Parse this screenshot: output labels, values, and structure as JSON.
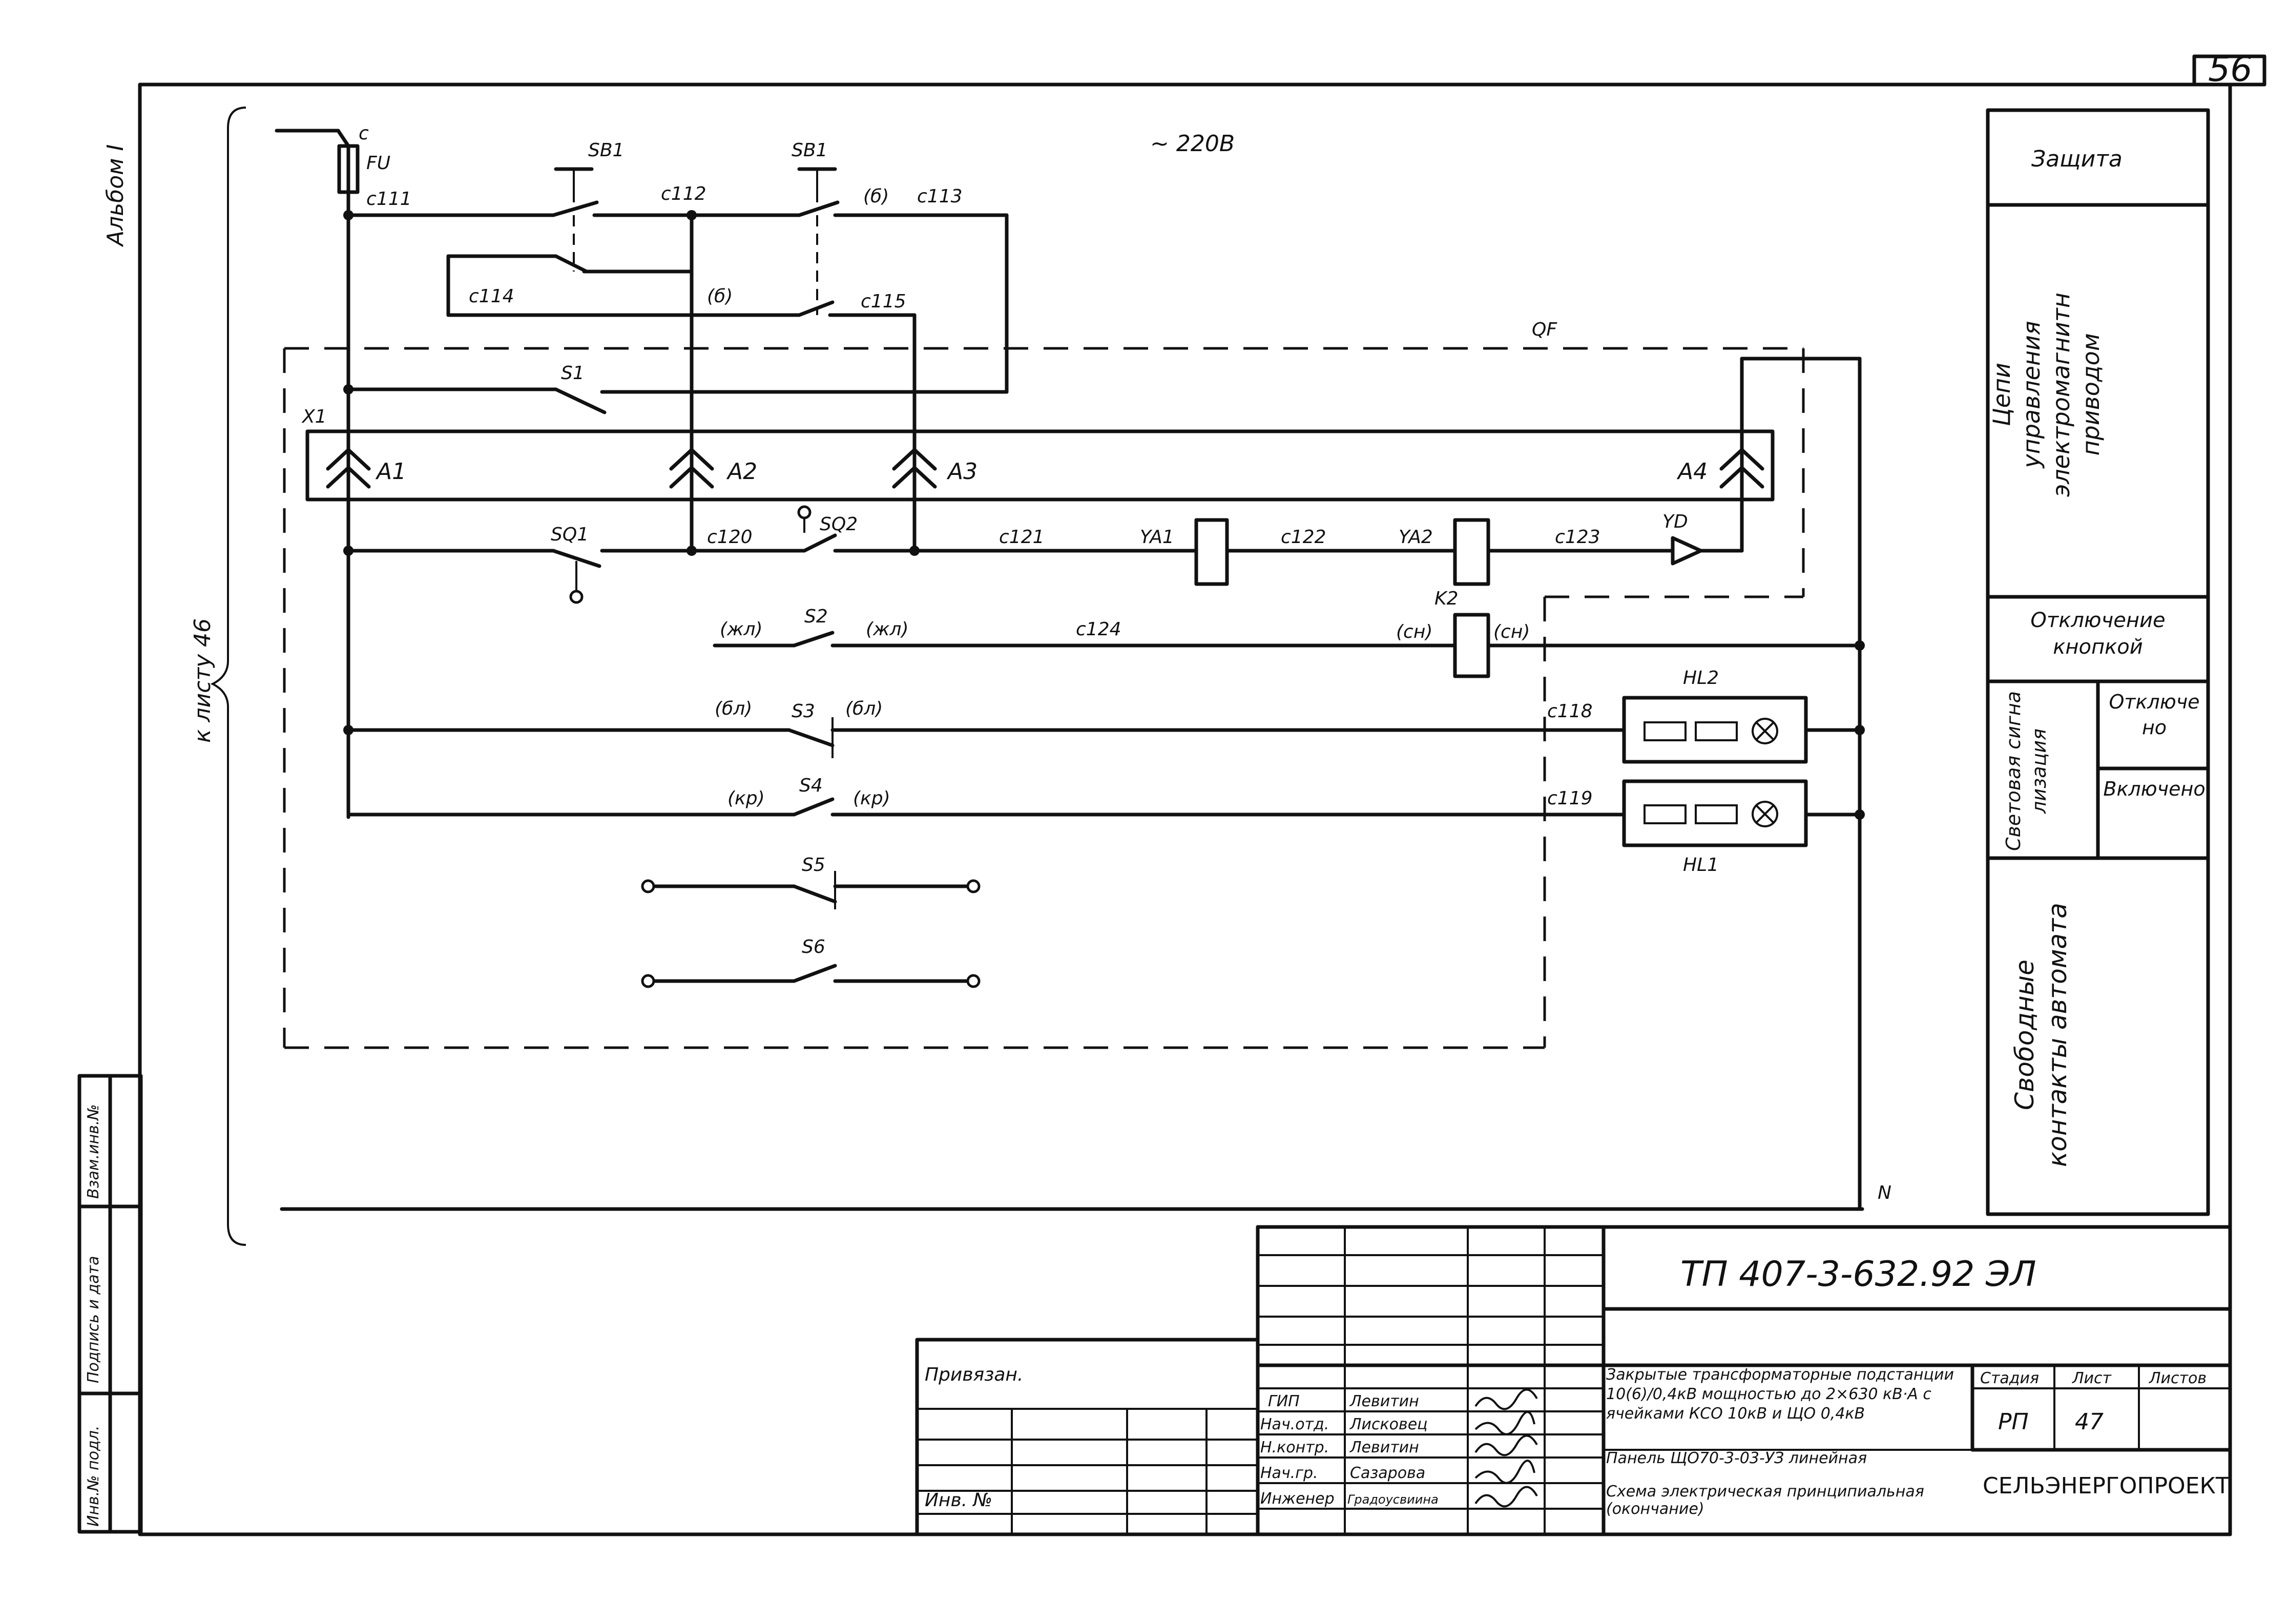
{
  "sheet": {
    "page_number": "56",
    "album_label": "Альбом I",
    "side_note": "к листу 46",
    "voltage": "~ 220В"
  },
  "supply": {
    "top_label": "с",
    "fuse": "FU",
    "bottom_label": "N"
  },
  "wires": {
    "c111": "с111",
    "c112": "с112",
    "c113": "с113",
    "c114": "с114",
    "c115": "с115",
    "b1": "(б)",
    "b2": "(б)",
    "c120": "с120",
    "c121": "с121",
    "c122": "с122",
    "c123": "с123",
    "c124": "с124",
    "c118": "с118",
    "c119": "с119",
    "zhl1": "(жл)",
    "zhl2": "(жл)",
    "sn1": "(сн)",
    "sn2": "(сн)",
    "bl1": "(бл)",
    "bl2": "(бл)",
    "kr1": "(кр)",
    "kr2": "(кр)"
  },
  "devices": {
    "sb1_a": "SB1",
    "sb1_b": "SB1",
    "s1": "S1",
    "qf": "QF",
    "x1": "X1",
    "a1": "A1",
    "a2": "A2",
    "a3": "A3",
    "a4": "A4",
    "sq1": "SQ1",
    "sq2": "SQ2",
    "ya1": "YA1",
    "ya2": "YA2",
    "yd": "YD",
    "s2": "S2",
    "k2": "K2",
    "s3": "S3",
    "s4": "S4",
    "s5": "S5",
    "s6": "S6",
    "hl1": "HL1",
    "hl2": "HL2"
  },
  "legend": {
    "protection": "Защита",
    "control": "Цепи управления электромагнитным приводом",
    "trip": "Отключение кнопкой",
    "signal": "Световая сигнализация",
    "off": "Отключено",
    "on": "Включено",
    "spare": "Свободные контакты автомата"
  },
  "stamp": {
    "doc_code": "ТП 407-3-632.92  ЭЛ",
    "project": "Закрытые трансформаторные подстанции 10(6)/0,4кВ мощностью до 2×630 кВ·А с ячейками КСО 10кВ и ЩО 0,4кВ",
    "panel": "Панель ЩО70-3-03-УЗ линейная",
    "sheet_title": "Схема электрическая принципиальная (окончание)",
    "org": "СЕЛЬЭНЕРГОПРОЕКТ",
    "stage_hdr": "Стадия",
    "sheet_hdr": "Лист",
    "sheets_hdr": "Листов",
    "stage": "РП",
    "sheet_no": "47",
    "tied": "Привязан.",
    "inv_no": "Инв. №",
    "roles": [
      "ГИП",
      "Нач.отд.",
      "Н.контр.",
      "Нач.гр.",
      "Инженер"
    ],
    "names": [
      "Левитин",
      "Лисковец",
      "Левитин",
      "Сазарова",
      "Градоусвиина"
    ],
    "side_fields": [
      "Инв.№ подл.",
      "Подпись и дата",
      "Взам.инв.№"
    ]
  }
}
